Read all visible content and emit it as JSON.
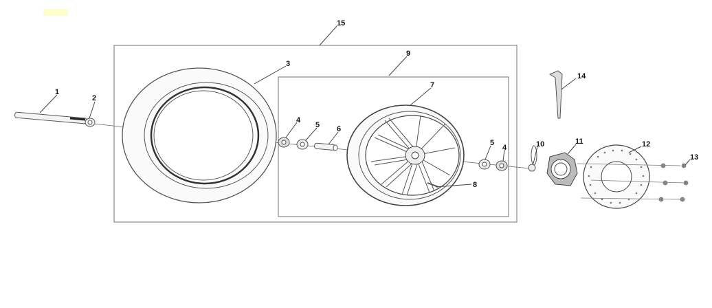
{
  "callouts": [
    {
      "id": "1",
      "text": "1"
    },
    {
      "id": "2",
      "text": "2"
    },
    {
      "id": "3",
      "text": "3"
    },
    {
      "id": "4a",
      "text": "4"
    },
    {
      "id": "5a",
      "text": "5"
    },
    {
      "id": "6",
      "text": "6"
    },
    {
      "id": "7",
      "text": "7"
    },
    {
      "id": "8",
      "text": "8"
    },
    {
      "id": "9",
      "text": "9"
    },
    {
      "id": "5b",
      "text": "5"
    },
    {
      "id": "4b",
      "text": "4"
    },
    {
      "id": "10",
      "text": "10"
    },
    {
      "id": "11",
      "text": "11"
    },
    {
      "id": "12",
      "text": "12"
    },
    {
      "id": "13",
      "text": "13"
    },
    {
      "id": "14",
      "text": "14"
    },
    {
      "id": "15",
      "text": "15"
    }
  ],
  "colors": {
    "line": "#444444",
    "mark": "#ffff99"
  }
}
